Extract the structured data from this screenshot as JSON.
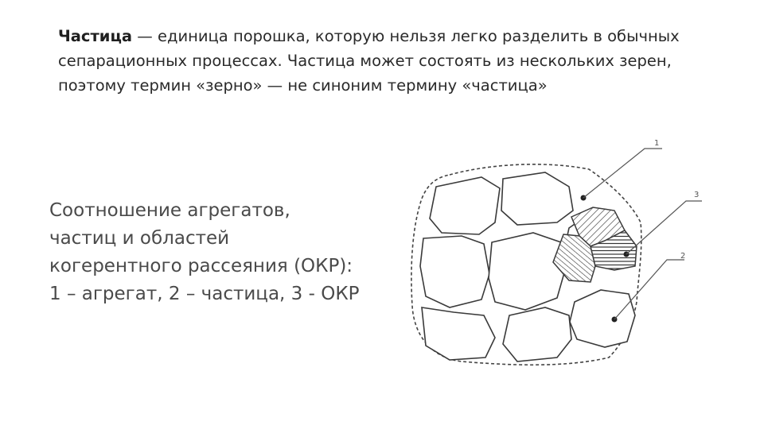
{
  "definition": {
    "term": "Частица",
    "text": " — единица порошка, которую нельзя легко разделить в обычных сепарационных процессах. Частица может состоять из нескольких зерен, поэтому термин «зерно» — не синоним термину «частица»"
  },
  "caption": {
    "lines": [
      "Соотношение агрегатов,",
      "частиц и областей",
      "когерентного рассеяния (ОКР):",
      "1 – агрегат, 2 – частица, 3 - ОКР"
    ]
  },
  "diagram": {
    "labels": [
      "1",
      "3",
      "2"
    ]
  }
}
